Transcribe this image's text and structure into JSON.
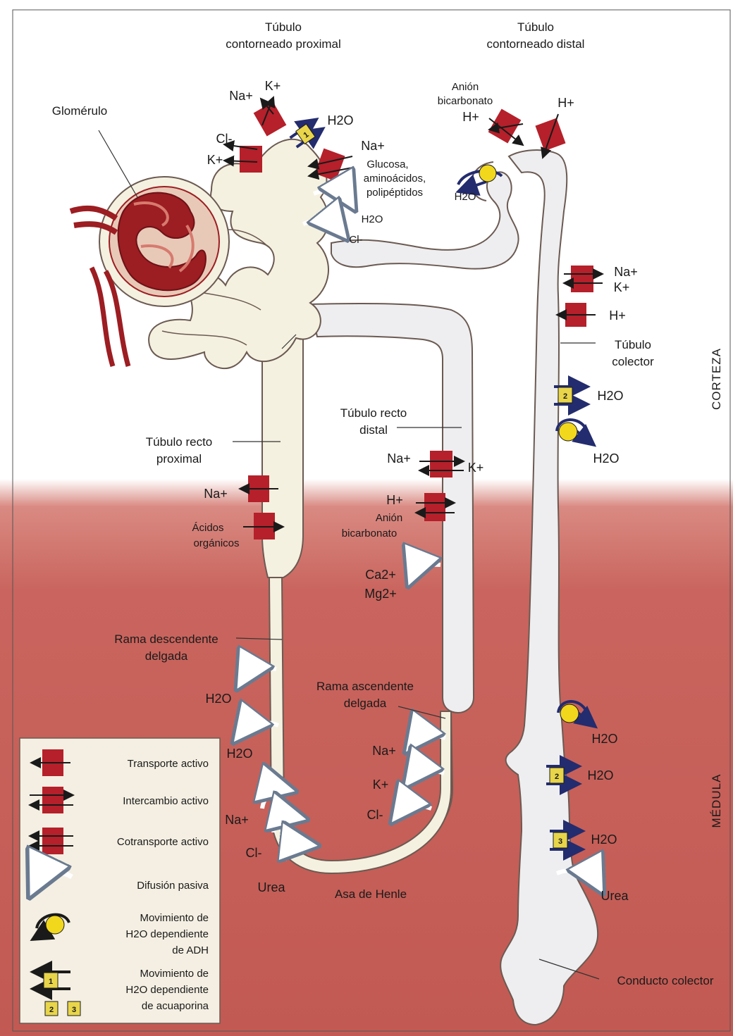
{
  "labels": {
    "proximal_title_1": "Túbulo",
    "proximal_title_2": "contorneado proximal",
    "distal_title_1": "Túbulo",
    "distal_title_2": "contorneado distal",
    "glomerulo": "Glomérulo",
    "corteza": "CORTEZA",
    "medula": "MÉDULA",
    "recto_proximal_1": "Túbulo recto",
    "recto_proximal_2": "proximal",
    "recto_distal_1": "Túbulo recto",
    "recto_distal_2": "distal",
    "colector_1": "Túbulo",
    "colector_2": "colector",
    "rama_desc_1": "Rama descendente",
    "rama_desc_2": "delgada",
    "rama_asc_1": "Rama ascendente",
    "rama_asc_2": "delgada",
    "asa_henle": "Asa de Henle",
    "conducto_colector": "Conducto colector"
  },
  "ions": {
    "pct_na": "Na+",
    "pct_k": "K+",
    "pct_cl": "Cl-",
    "pct_k2": "K+",
    "pct_h2o": "H2O",
    "pct_na2": "Na+",
    "pct_glucosa_1": "Glucosa,",
    "pct_glucosa_2": "aminoácidos,",
    "pct_glucosa_3": "polipéptidos",
    "pct_h2o_b": "H2O",
    "pct_cl_b": "Cl-",
    "dct_anion_1": "Anión",
    "dct_anion_2": "bicarbonato",
    "dct_h": "H+",
    "dct_h2": "H+",
    "dct_h2o": "H2O",
    "col_na": "Na+",
    "col_k": "K+",
    "col_h": "H+",
    "col_h2o_a": "H2O",
    "col_h2o_b": "H2O",
    "prox_na": "Na+",
    "prox_acidos_1": "Ácidos",
    "prox_acidos_2": "orgánicos",
    "dst_na": "Na+",
    "dst_k": "K+",
    "dst_h": "H+",
    "dst_anion_1": "Anión",
    "dst_anion_2": "bicarbonato",
    "dst_ca": "Ca2+",
    "dst_mg": "Mg2+",
    "desc_h2o_a": "H2O",
    "desc_h2o_b": "H2O",
    "loop_na": "Na+",
    "loop_cl": "Cl-",
    "loop_urea": "Urea",
    "asc_na": "Na+",
    "asc_k": "K+",
    "asc_cl": "Cl-",
    "med_h2o_a": "H2O",
    "med_h2o_b": "H2O",
    "med_h2o_c": "H2O",
    "med_urea": "Urea"
  },
  "aquaporin_numbers": [
    "1",
    "2",
    "3"
  ],
  "legend": {
    "items": [
      {
        "label": "Transporte activo"
      },
      {
        "label": "Intercambio activo"
      },
      {
        "label": "Cotransporte activo"
      },
      {
        "label": "Difusión pasiva"
      },
      {
        "lines": [
          "Movimiento de",
          "H2O dependiente",
          "de ADH"
        ]
      },
      {
        "lines": [
          "Movimiento de",
          "H2O dependiente",
          "de acuaporina"
        ]
      }
    ]
  },
  "colors": {
    "cortex_bg": "#ffffff",
    "medulla_bg": "#c9655e",
    "tubule_fill": "#f5f1e0",
    "tubule_fill_light": "#eeeef0",
    "tubule_stroke": "#6b5a52",
    "transporter": "#b5202a",
    "glomerulus": "#9c1d22",
    "arrow_dark": "#1a1a1a",
    "arrow_blue": "#232c6e",
    "adh_yellow": "#f2d81d",
    "aquaporin": "#e8d54a",
    "legend_bg": "#f4efe2"
  }
}
